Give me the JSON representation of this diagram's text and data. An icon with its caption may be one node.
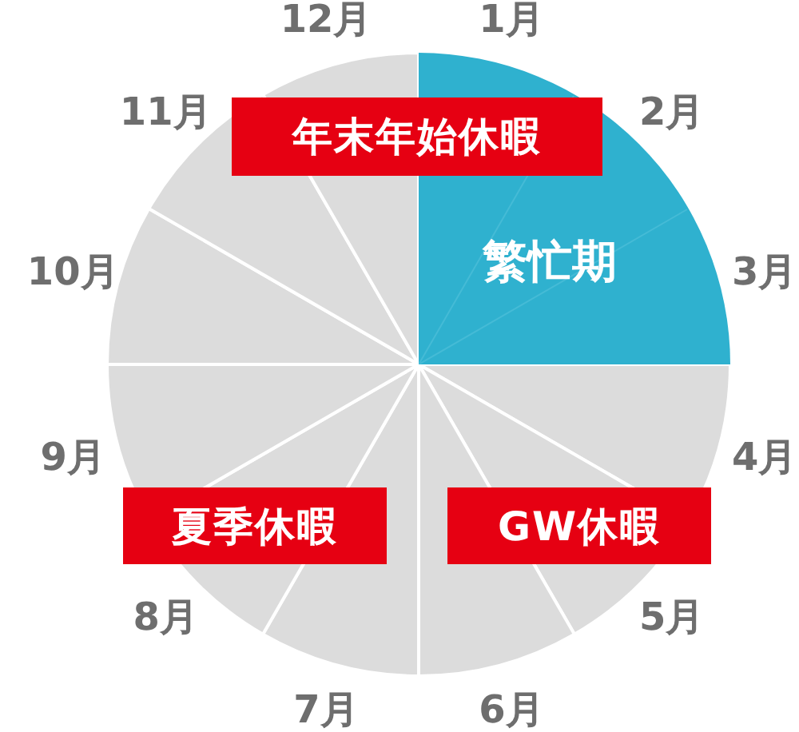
{
  "diagram": {
    "nodes": [
      {
        "text": [
          "繁忙期"
        ]
      },
      {
        "text": [
          "年末年始休暇"
        ]
      },
      {
        "text": [
          "GW休暇"
        ]
      },
      {
        "text": [
          "夏季休暇"
        ]
      }
    ],
    "labels": [
      "1月",
      "2月",
      "3月",
      "4月",
      "5月",
      "6月",
      "7月",
      "8月",
      "9月",
      "10月",
      "11月",
      "12月"
    ]
  }
}
